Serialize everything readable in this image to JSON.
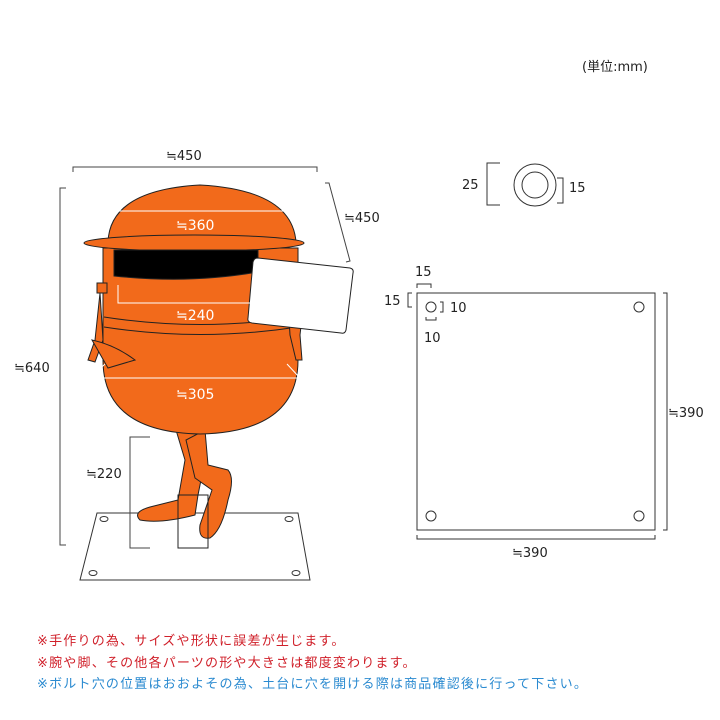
{
  "unit_label": "(単位:mm)",
  "colors": {
    "body": "#f26a1b",
    "note_red": "#d0202a",
    "note_blue": "#2a8ad0"
  },
  "dimensions": {
    "width_top": "≒450",
    "depth": "≒450",
    "height": "≒640",
    "brim": "≒360",
    "slot": "≒240",
    "body": "≒305",
    "leg": "≒220"
  },
  "ring": {
    "outer": "25",
    "inner": "15"
  },
  "base_plate": {
    "width": "≒390",
    "height": "≒390",
    "offset_x": "15",
    "offset_y": "15",
    "hole_w": "10",
    "hole_h": "10"
  },
  "notes": [
    "※手作りの為、サイズや形状に誤差が生じます。",
    "※腕や脚、その他各パーツの形や大きさは都度変わります。",
    "※ボルト穴の位置はおおよその為、土台に穴を開ける際は商品確認後に行って下さい。"
  ]
}
